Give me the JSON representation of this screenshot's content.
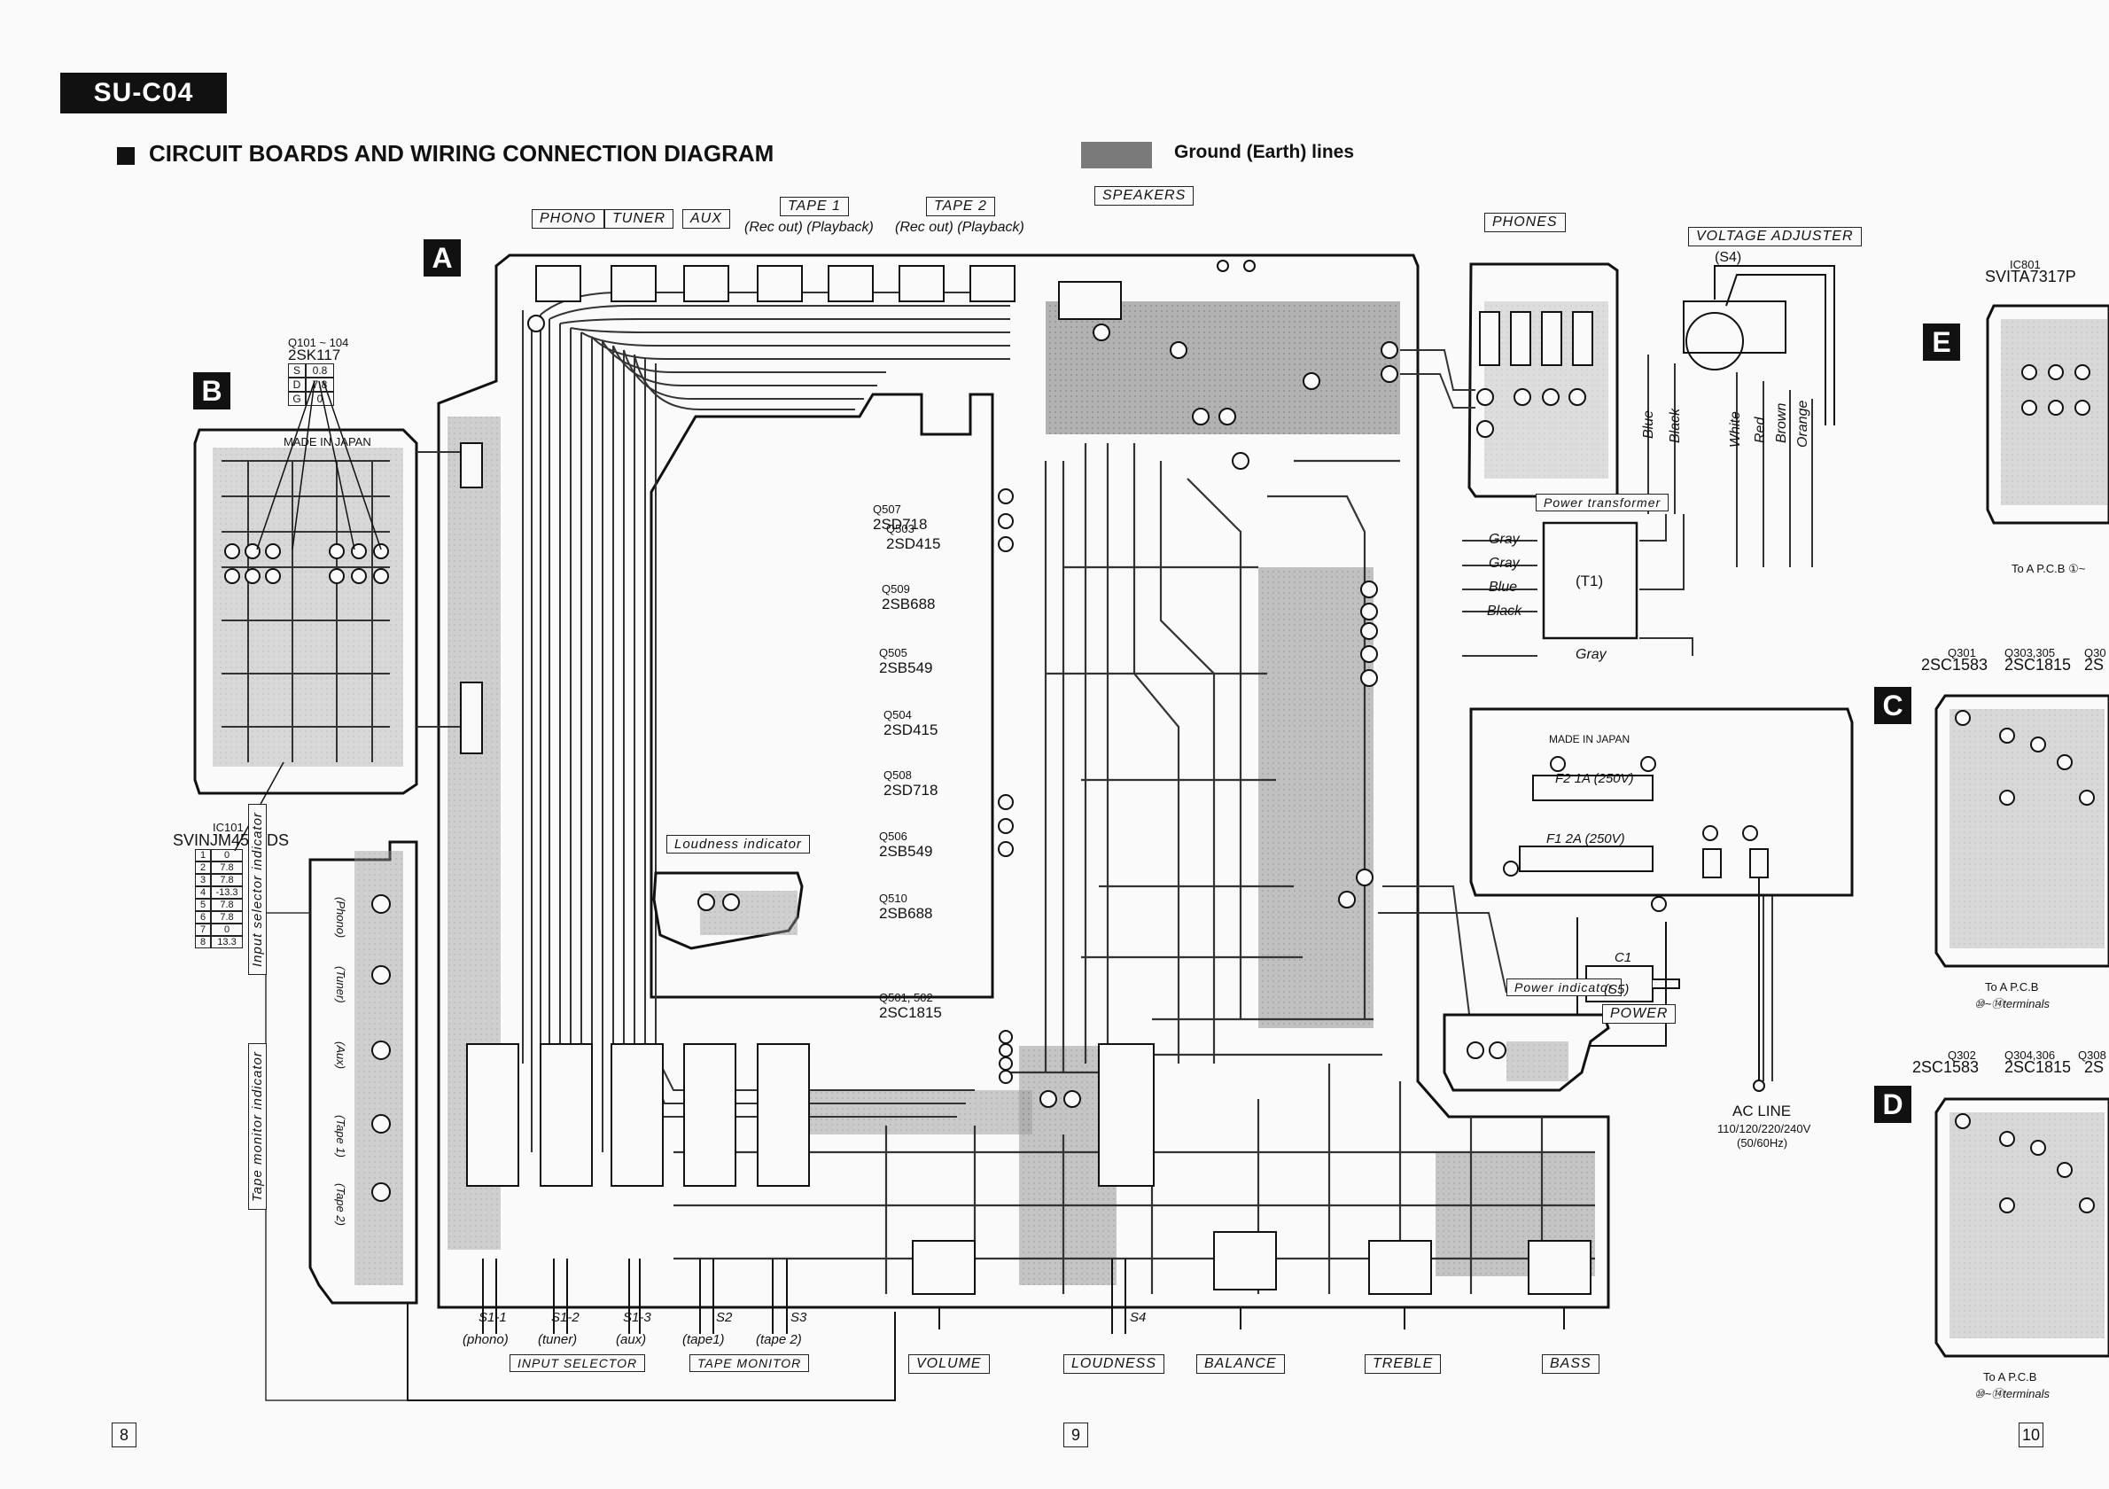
{
  "model": "SU-C04",
  "title": "CIRCUIT BOARDS AND WIRING CONNECTION DIAGRAM",
  "legend": {
    "label": "Ground (Earth) lines",
    "color": "#7a7a7a"
  },
  "boards": {
    "A": "A",
    "B": "B",
    "C": "C",
    "D": "D",
    "E": "E"
  },
  "top_inputs": {
    "phono": "PHONO",
    "tuner": "TUNER",
    "aux": "AUX",
    "tape1": "TAPE 1",
    "tape1_sub": "(Rec out)   (Playback)",
    "tape2": "TAPE 2",
    "tape2_sub": "(Rec out)   (Playback)",
    "speakers": "SPEAKERS",
    "phones": "PHONES",
    "voltage_adjuster": "VOLTAGE ADJUSTER",
    "voltage_adjuster_sub": "(S4)"
  },
  "board_b": {
    "q_label": "Q101 ~ 104",
    "q_type": "2SK117",
    "q_table": [
      [
        "S",
        "0.8"
      ],
      [
        "D",
        "7.8"
      ],
      [
        "G",
        "0"
      ]
    ],
    "made_in": "MADE IN JAPAN",
    "ic_label": "IC101",
    "ic_type": "SVINJM4559DS",
    "ic_table": [
      [
        "1",
        "0"
      ],
      [
        "2",
        "7.8"
      ],
      [
        "3",
        "7.8"
      ],
      [
        "4",
        "-13.3"
      ],
      [
        "5",
        "7.8"
      ],
      [
        "6",
        "7.8"
      ],
      [
        "7",
        "0"
      ],
      [
        "8",
        "13.3"
      ]
    ]
  },
  "board_a_transistors": [
    {
      "ref": "Q507",
      "type": "2SD718"
    },
    {
      "ref": "Q503",
      "type": "2SD415"
    },
    {
      "ref": "Q509",
      "type": "2SB688"
    },
    {
      "ref": "Q505",
      "type": "2SB549"
    },
    {
      "ref": "Q504",
      "type": "2SD415"
    },
    {
      "ref": "Q508",
      "type": "2SD718"
    },
    {
      "ref": "Q506",
      "type": "2SB549"
    },
    {
      "ref": "Q510",
      "type": "2SB688"
    },
    {
      "ref": "Q501, 502",
      "type": "2SC1815"
    }
  ],
  "indicators": {
    "loudness": "Loudness indicator",
    "input_selector": "Input selector indicator",
    "tape_monitor": "Tape monitor indicator",
    "power": "Power indicator"
  },
  "indicator_leds": [
    "(Phono)",
    "(Tuner)",
    "(Aux)",
    "(Tape 1)",
    "(Tape 2)"
  ],
  "power_section": {
    "transformer": "Power transformer",
    "t1": "(T1)",
    "wires_left": [
      "Gray",
      "Gray",
      "Blue",
      "Black"
    ],
    "wire_gray2": "Gray",
    "wires_right": [
      "Blue",
      "Black",
      "White",
      "Red",
      "Brown",
      "Orange"
    ],
    "fuse1": "F1  2A (250V)",
    "fuse2": "F2  1A (250V)",
    "made_in": "MADE IN JAPAN",
    "c1": "C1",
    "s5": "(S5)",
    "power": "POWER",
    "ac_line": "AC LINE",
    "ac_volts": "110/120/220/240V",
    "ac_hz": "(50/60Hz)"
  },
  "bottom_controls": {
    "switches": [
      "S1-1",
      "S1-2",
      "S1-3",
      "S2",
      "S3",
      "S4"
    ],
    "switch_names": [
      "(phono)",
      "(tuner)",
      "(aux)",
      "(tape1)",
      "(tape 2)"
    ],
    "input_selector": "INPUT SELECTOR",
    "tape_monitor": "TAPE MONITOR",
    "volume": "VOLUME",
    "loudness": "LOUDNESS",
    "balance": "BALANCE",
    "treble": "TREBLE",
    "bass": "BASS"
  },
  "right_boards": {
    "e_ic_label": "IC801",
    "e_ic_type": "SVITA7317P",
    "e_to": "To A P.C.B ①~",
    "c_q1_label": "Q301",
    "c_q1_type": "2SC1583",
    "c_q2_label": "Q303,305",
    "c_q2_type": "2SC1815",
    "c_q3_label": "Q30",
    "c_q3_type": "2S",
    "c_to": "To A P.C.B",
    "c_terminals": "⑩~⑭terminals",
    "d_q1_label": "Q302",
    "d_q1_type": "2SC1583",
    "d_q2_label": "Q304,306",
    "d_q2_type": "2SC1815",
    "d_q3_label": "Q308",
    "d_q3_type": "2S",
    "d_to": "To A P.C.B",
    "d_terminals": "⑩~⑭terminals"
  },
  "page_numbers": [
    "8",
    "9",
    "10"
  ]
}
